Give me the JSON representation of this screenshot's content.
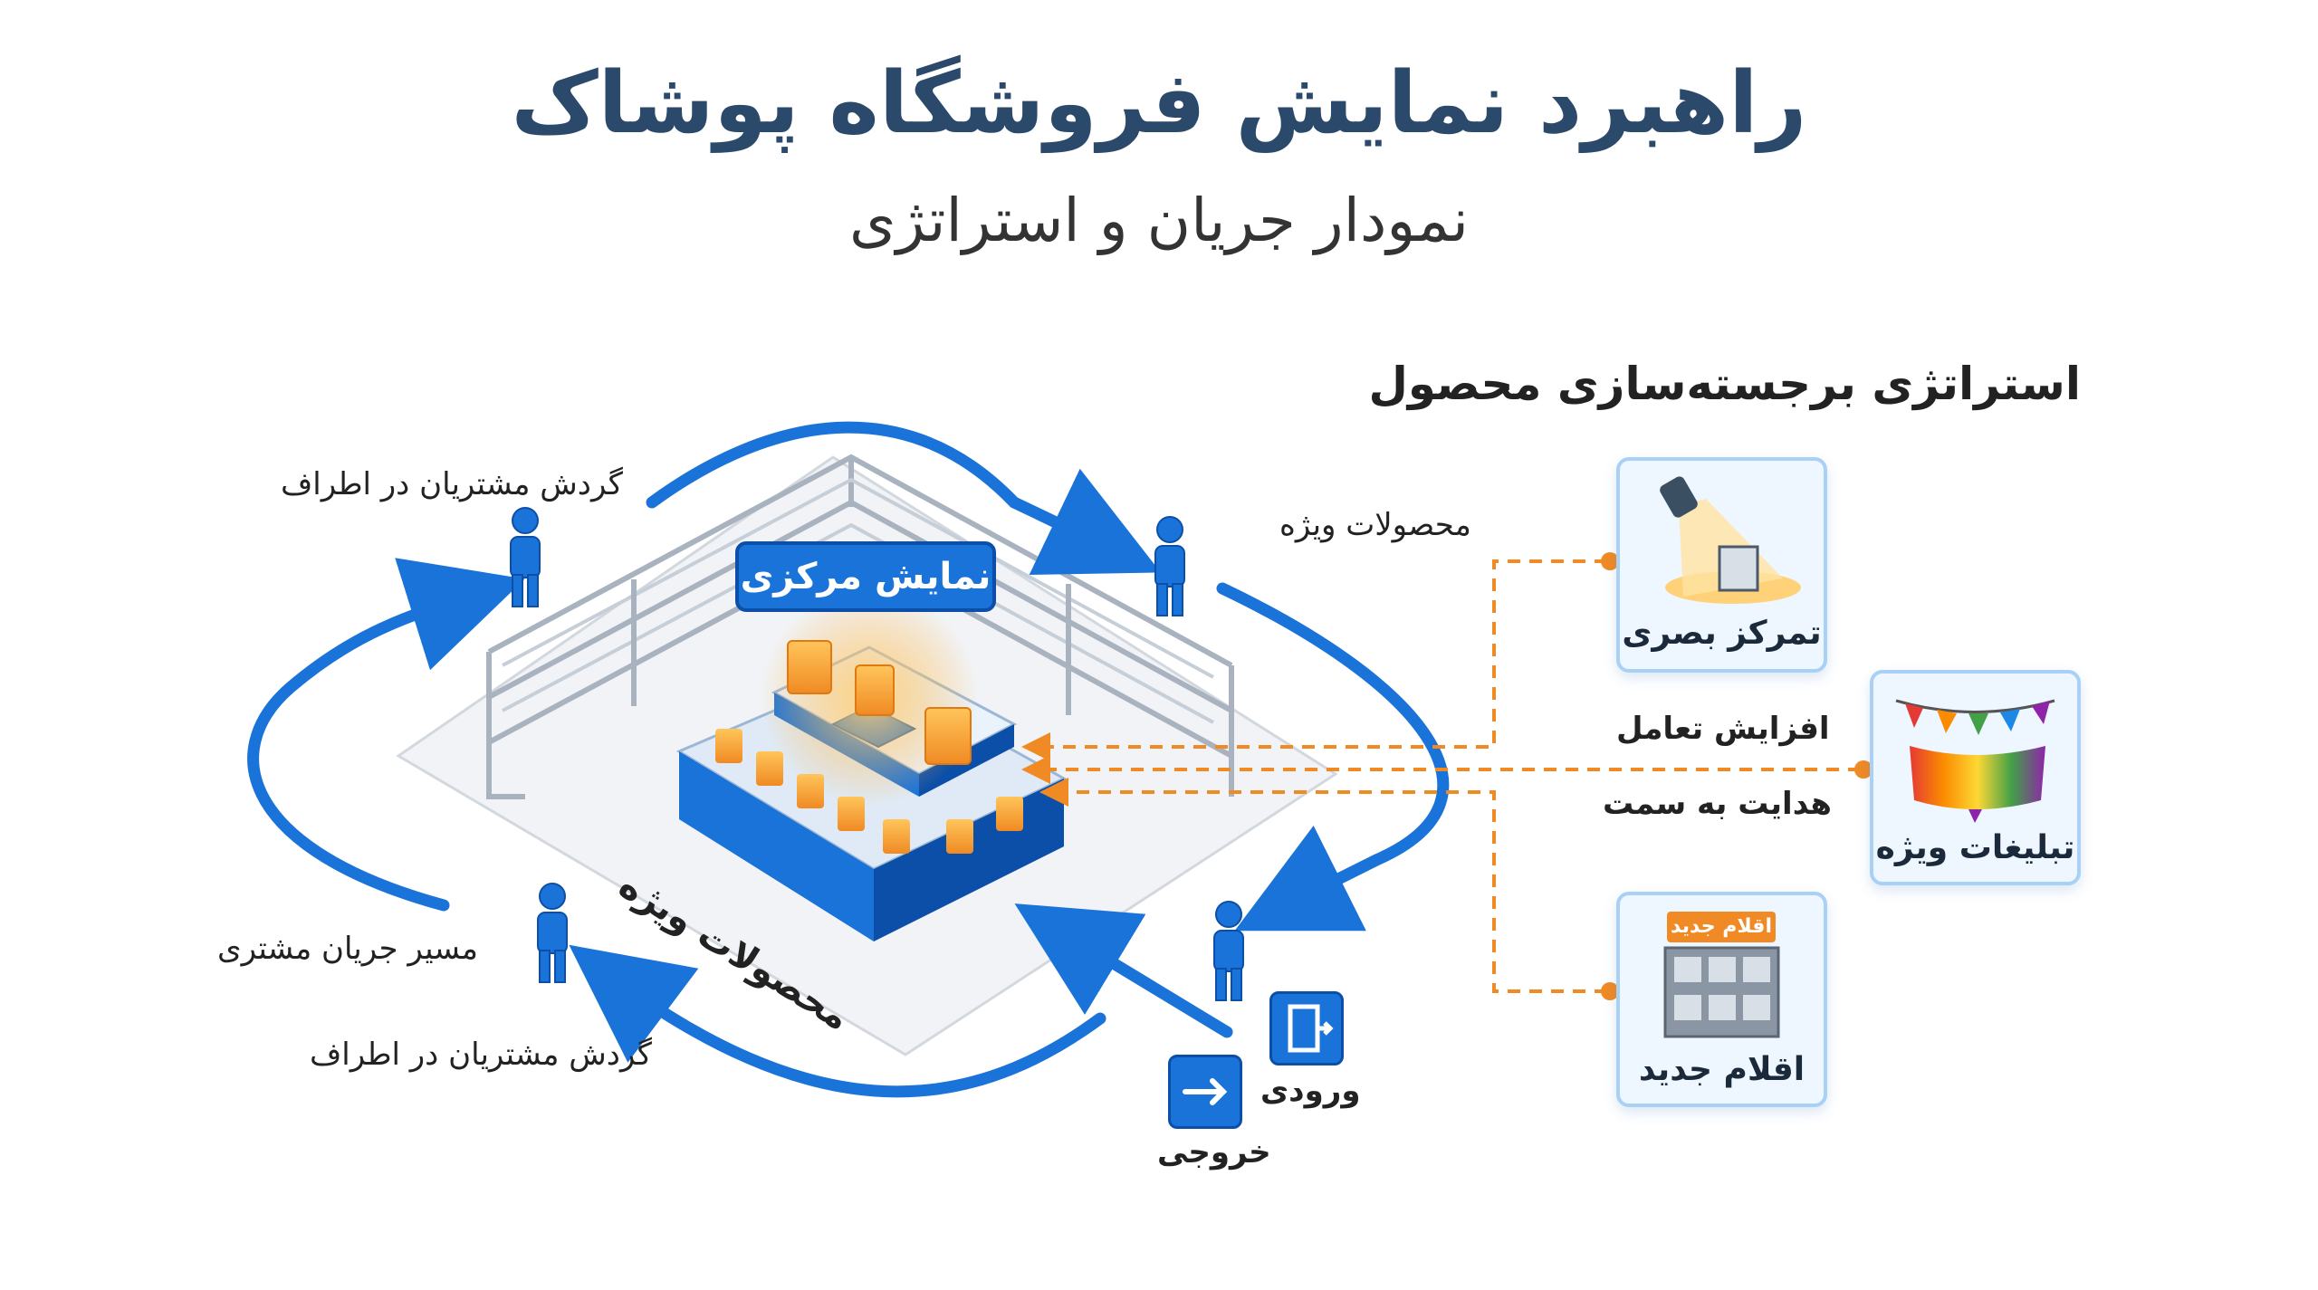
{
  "title": "راهبرد نمایش فروشگاه پوشاک",
  "subtitle": "نمودار جریان و استراتژی",
  "strategy_heading": "استراتژی برجسته‌سازی محصول",
  "floor": {
    "center_display": "نمایش مرکزی",
    "featured_products_platform": "محصولات ویژه"
  },
  "flow_labels": {
    "circulation_top": "گردش مشتریان در اطراف",
    "featured_products": "محصولات ویژه",
    "customer_flow_path": "مسیر جریان مشتری",
    "circulation_bottom": "گردش مشتریان در اطراف",
    "entrance": "ورودی",
    "exit": "خروجی"
  },
  "connectors": {
    "increase_engagement": "افزایش تعامل",
    "guide_toward": "هدایت به سمت"
  },
  "strategy_cards": [
    {
      "label": "تمرکز بصری",
      "icon": "spotlight-icon"
    },
    {
      "label": "تبلیغات ویژه",
      "icon": "bunting-banner-icon"
    },
    {
      "label": "اقلام جدید",
      "icon": "new-items-shelf-icon",
      "badge": "اقلام جدید"
    }
  ],
  "colors": {
    "primary_blue": "#1a73d9",
    "dark_blue": "#0c4fa8",
    "title_navy": "#2b4a6b",
    "accent_orange": "#f08a24",
    "glow_orange": "#ffb347"
  }
}
